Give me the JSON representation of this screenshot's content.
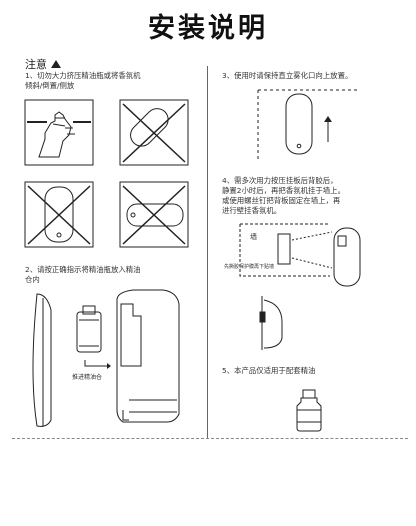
{
  "title": "安装说明",
  "notice": {
    "label": "注意"
  },
  "steps": {
    "s1": {
      "line1": "1、切勿大力挤压精油瓶或将香氛机",
      "line2": "倾斜/倒置/侧放"
    },
    "s2": {
      "line1": "2、请按正确指示将精油瓶放入精油",
      "line2": "仓内",
      "push_label": "推进精油仓"
    },
    "s3": {
      "line1": "3、使用时请保持直立雾化口向上放置。"
    },
    "s4": {
      "line1": "4、需多次用力按压挂板后背胶后，",
      "line2": "静置2小时后，再把香氛机挂于墙上。",
      "line3": "或使用螺丝钉把背板固定在墙上，再",
      "line4": "进行壁挂香氛机。",
      "wall_label": "墙",
      "tape_label": "先撕胶保护膜再下贴墙"
    },
    "s5": {
      "line1": "5、本产品仅适用于配套精油"
    }
  }
}
